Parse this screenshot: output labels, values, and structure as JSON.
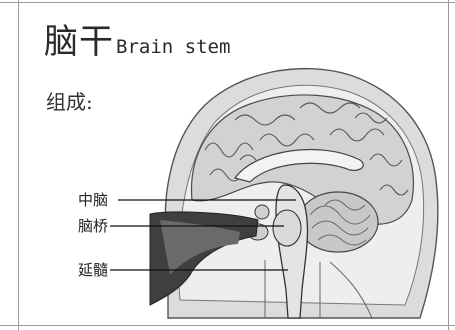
{
  "slide": {
    "title_cn": "脑干",
    "title_en": "Brain stem",
    "section_label": "组成:"
  },
  "labels": {
    "midbrain": "中脑",
    "pons": "脑桥",
    "medulla": "延髓"
  }
}
